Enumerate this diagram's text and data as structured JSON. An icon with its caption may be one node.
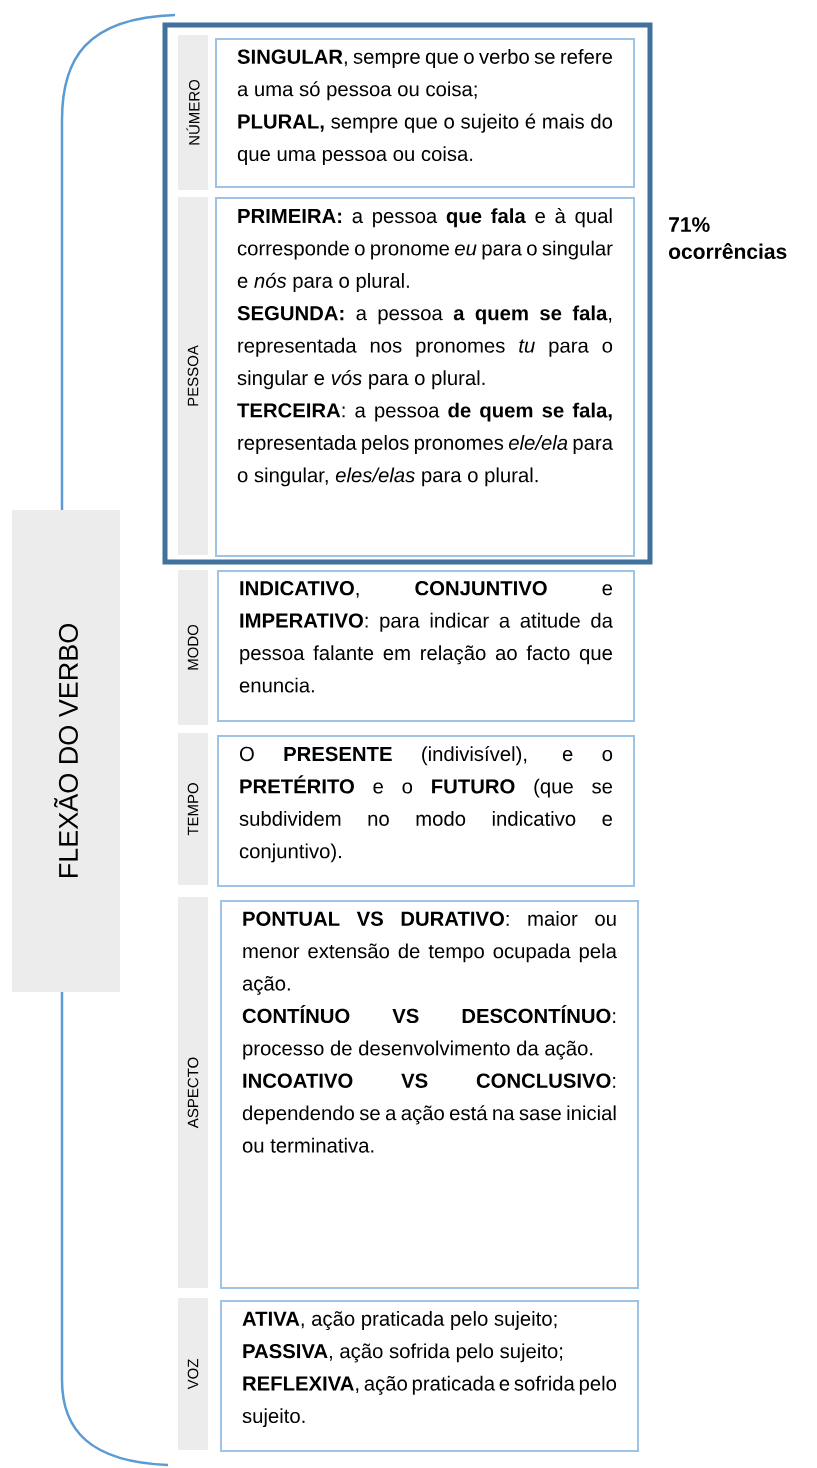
{
  "diagram": {
    "nodes": [
      {
        "text": [
          "FLEXÃO DO VERBO"
        ]
      },
      {
        "text": [],
        "shape": "box",
        "beside": [
          "71% ocorrências"
        ]
      },
      {
        "text": [
          "NÚMERO"
        ],
        "in": 1
      },
      {
        "text": [
          "**SINGULAR**, sempre que o verbo se refere a uma só pessoa ou coisa;",
          "**PLURAL,** sempre que o sujeito é mais do que uma pessoa ou coisa."
        ],
        "in": 1
      },
      {
        "text": [
          "PESSOA"
        ],
        "in": 1
      },
      {
        "text": [
          "**PRIMEIRA:** a pessoa **que fala** e à qual corresponde o pronome *eu* para o singular e *nós* para o plural.",
          "**SEGUNDA:** a pessoa **a quem se fala**, representada nos pronomes *tu* para o singular e *vós* para o plural.",
          "**TERCEIRA**: a pessoa **de quem se fala,** representada pelos pronomes *ele/ela* para o singular, *eles/elas* para o plural."
        ],
        "in": 1
      },
      {
        "text": [
          "MODO"
        ]
      },
      {
        "text": [
          "**INDICATIVO**, **CONJUNTIVO** e **IMPERATIVO**: para indicar a atitude da pessoa falante em relação ao facto que enuncia."
        ]
      },
      {
        "text": [
          "TEMPO"
        ]
      },
      {
        "text": [
          "O **PRESENTE** (indivisível), e o **PRETÉRITO** e o **FUTURO** (que se subdividem no modo indicativo e conjuntivo)."
        ]
      },
      {
        "text": [
          "ASPECTO"
        ]
      },
      {
        "text": [
          "**PONTUAL VS DURATIVO**: maior ou menor extensão de tempo ocupada pela ação.",
          "**CONTÍNUO VS DESCONTÍNUO**: processo de desenvolvimento da ação.",
          "**INCOATIVO VS CONCLUSIVO**: dependendo se a ação está na sase inicial ou terminativa."
        ]
      },
      {
        "text": [
          "VOZ"
        ]
      },
      {
        "text": [
          "**ATIVA**, ação praticada pelo sujeito;",
          "**PASSIVA**, ação sofrida pelo sujeito;",
          "**REFLEXIVA**, ação praticada e sofrida pelo sujeito."
        ]
      }
    ]
  }
}
